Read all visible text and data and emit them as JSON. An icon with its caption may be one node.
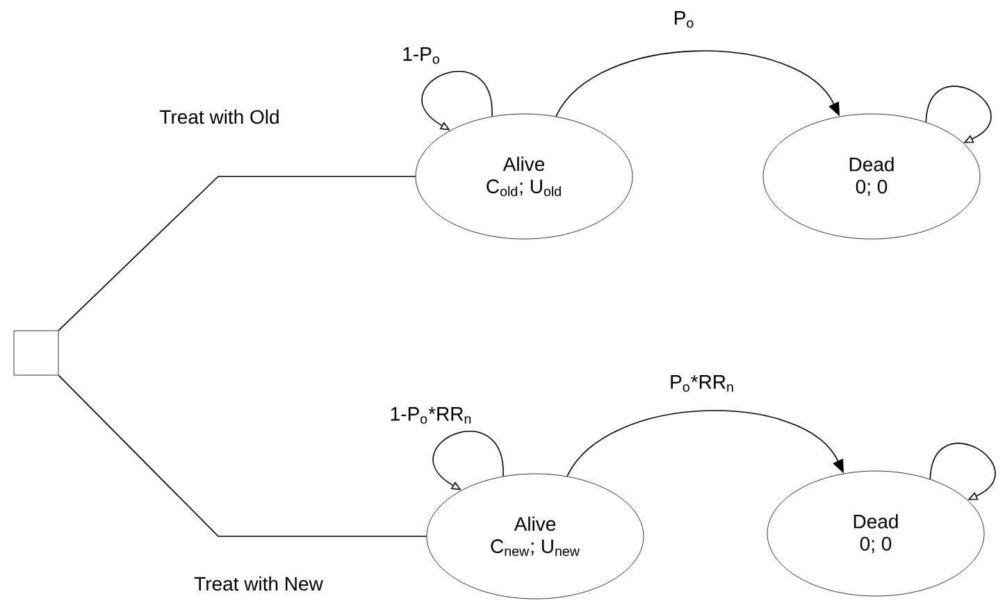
{
  "diagram": {
    "nodes": [
      {
        "text": [],
        "shape": "box"
      },
      {
        "text": [
          "Alive",
          "C$_{old}$; U$_{old}$"
        ]
      },
      {
        "text": [
          "Dead",
          "0; 0"
        ]
      },
      {
        "text": [
          "Alive",
          "C$_{new}$; U$_{new}$"
        ]
      },
      {
        "text": [
          "Dead",
          "0; 0"
        ]
      }
    ],
    "edges": [
      {
        "from": 0,
        "to": 1,
        "arrow": "none",
        "label": "Treat with Old"
      },
      {
        "from": 0,
        "to": 3,
        "arrow": "none",
        "label": "Treat with New"
      },
      {
        "from": 1,
        "to": 1,
        "arrow": "to",
        "label": "1-P$_{o}$"
      },
      {
        "from": 1,
        "to": 2,
        "arrow": "to",
        "label": "P$_{o}$"
      },
      {
        "from": 2,
        "to": 2,
        "arrow": "to"
      },
      {
        "from": 3,
        "to": 3,
        "arrow": "to",
        "label": "1-P$_{o}$*RR$_{n}$"
      },
      {
        "from": 3,
        "to": 4,
        "arrow": "to",
        "label": "P$_{o}$*RR$_{n}$"
      },
      {
        "from": 4,
        "to": 4,
        "arrow": "to"
      }
    ]
  }
}
